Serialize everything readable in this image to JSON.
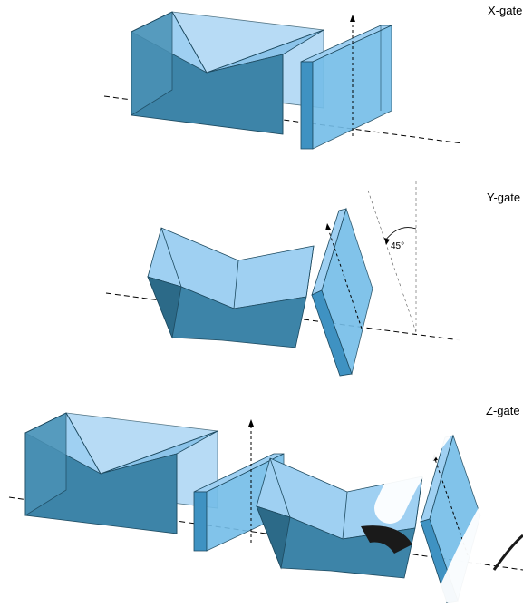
{
  "panels": [
    {
      "label": "X-gate"
    },
    {
      "label": "Y-gate",
      "angle_label": "45°"
    },
    {
      "label": "Z-gate"
    }
  ],
  "colors": {
    "top_face": "#9fd0f2",
    "front_face": "#3d84a8",
    "front_face_dark": "#2c6a88",
    "gate_face": "#74bde8",
    "gate_side": "#3f92c2",
    "edge": "#1d4a60",
    "watermark": "#1a1a1a"
  },
  "icons": [
    "arrow-up-icon"
  ]
}
